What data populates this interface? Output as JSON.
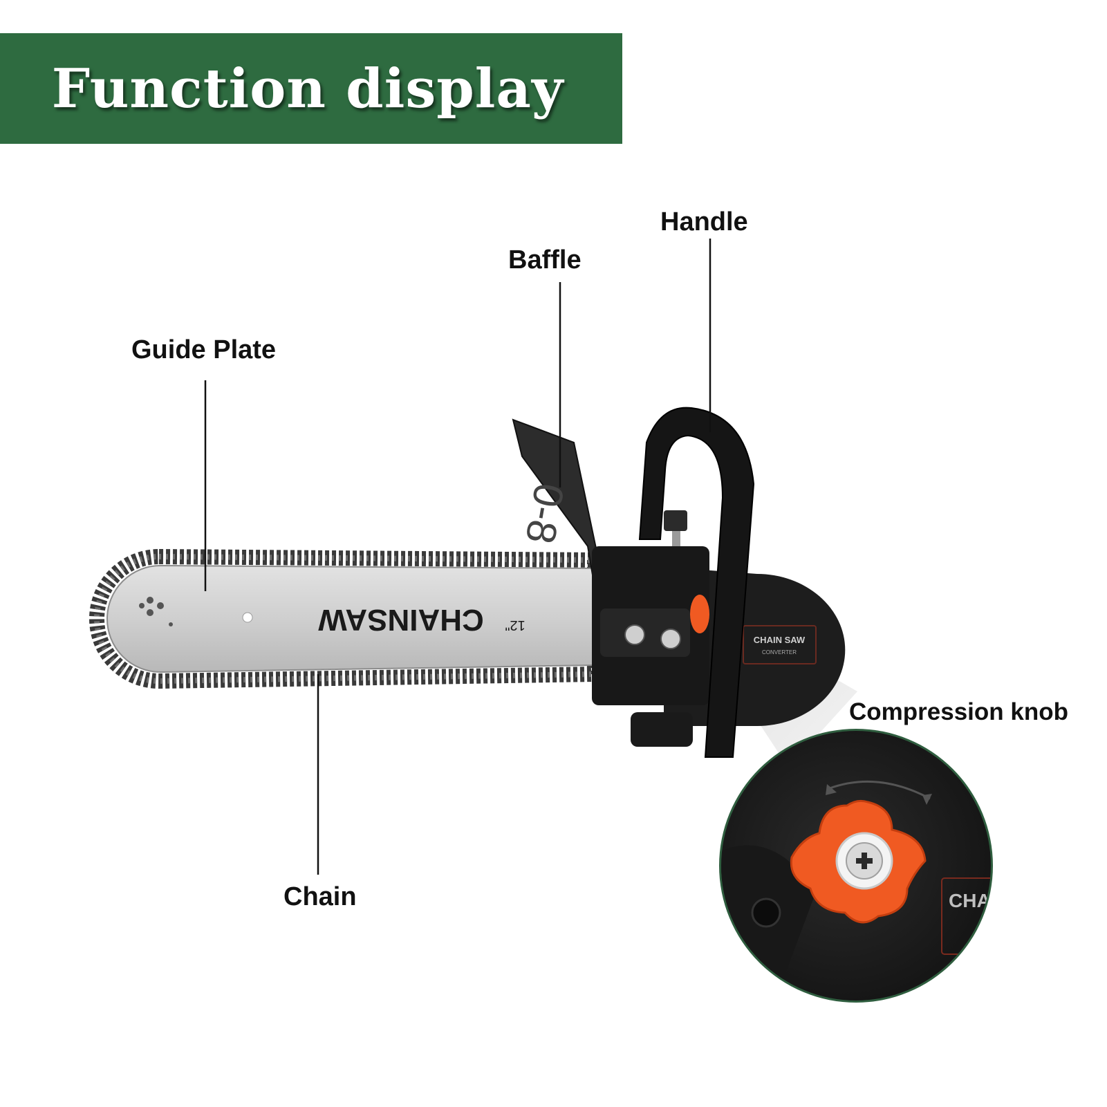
{
  "header": {
    "title": "Function display",
    "banner_color": "#2e6b40"
  },
  "blade": {
    "brand": "CHAINSAW",
    "size": "12\""
  },
  "converter": {
    "badge_title": "CHAIN SAW",
    "badge_sub": "CONVERTER"
  },
  "callouts": {
    "handle": "Handle",
    "baffle": "Baffle",
    "guide_plate": "Guide Plate",
    "chain": "Chain",
    "compression_knob": "Compression knob"
  },
  "zoom": {
    "badge_text": "CHA"
  },
  "colors": {
    "knob": "#f05a22",
    "body": "#1d1d1d",
    "bar": "#c9c9c9"
  }
}
